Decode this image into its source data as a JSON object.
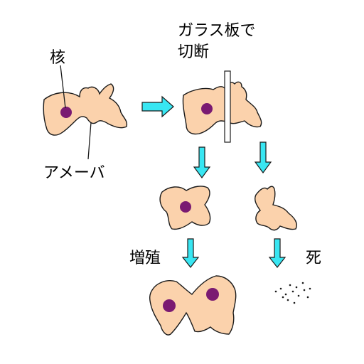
{
  "labels": {
    "nucleus": "核",
    "amoeba": "アメーバ",
    "cut_line1": "ガラス板で",
    "cut_line2": "切断",
    "proliferation": "増殖",
    "death": "死"
  },
  "colors": {
    "cell_fill": "#fbd2ac",
    "cell_stroke": "#1a1a1a",
    "nucleus": "#7a1a72",
    "arrow_fill": "#38e6f2",
    "arrow_stroke": "#1a1a1a",
    "glass_fill": "#ffffff"
  }
}
